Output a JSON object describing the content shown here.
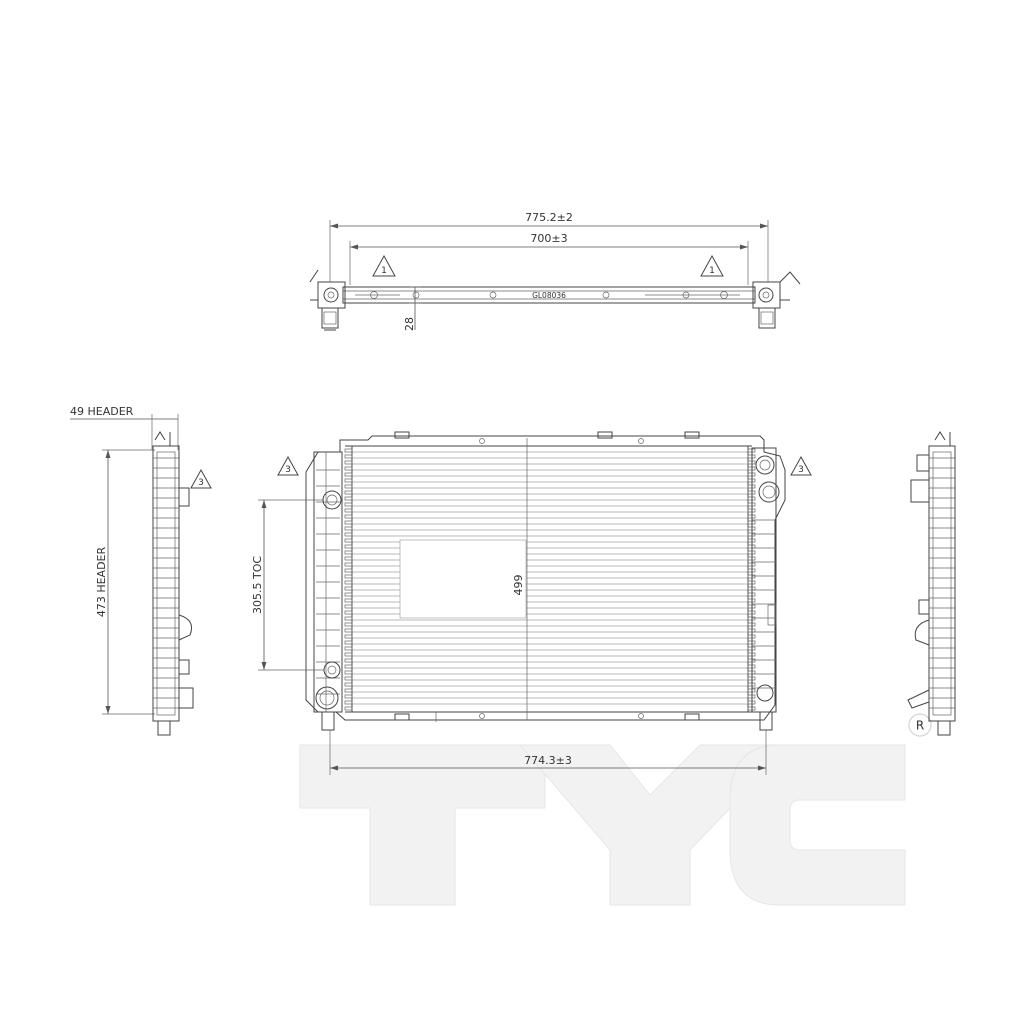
{
  "dimensions": {
    "top_overall": "775.2±2",
    "top_inner": "700±3",
    "top_depth": "28",
    "header_width": "49 HEADER",
    "header_height": "473 HEADER",
    "toc": "305.5 TOC",
    "core_height": "499",
    "bottom_width": "774.3±3"
  },
  "callouts": {
    "note_1": "1",
    "note_3": "3"
  },
  "part_code": "GL08036",
  "watermark": {
    "brand": "TYC",
    "registered": "R"
  },
  "colors": {
    "line": "#444444",
    "watermark": "#f2f2f2"
  }
}
